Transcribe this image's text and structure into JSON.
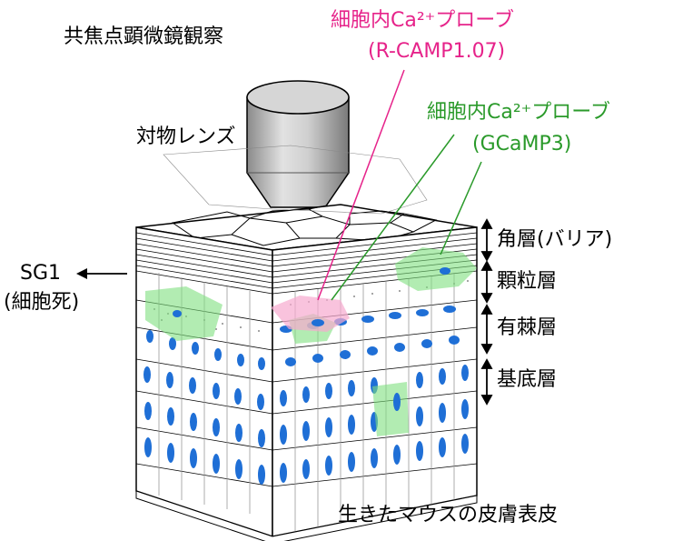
{
  "labels": {
    "confocal": "共焦点顕微鏡観察",
    "objective": "対物レンズ",
    "pink_probe_line1": "細胞内Ca²⁺プローブ",
    "pink_probe_line2": "(R-CAMP1.07)",
    "green_probe_line1": "細胞内Ca²⁺プローブ",
    "green_probe_line2": "(GCaMP3)",
    "sg1_line1": "SG1",
    "sg1_line2": "(細胞死)",
    "layer_cornified": "角層(バリア)",
    "layer_granular": "顆粒層",
    "layer_spinous": "有棘層",
    "layer_basal": "基底層",
    "bottom_caption": "生きたマウスの皮膚表皮"
  },
  "colors": {
    "pink_probe": "#e6238a",
    "green_probe": "#2a9a2a",
    "green_glow": "#7ee07e",
    "pink_glow": "#f7a9cf",
    "nucleus": "#1f6fd6"
  }
}
